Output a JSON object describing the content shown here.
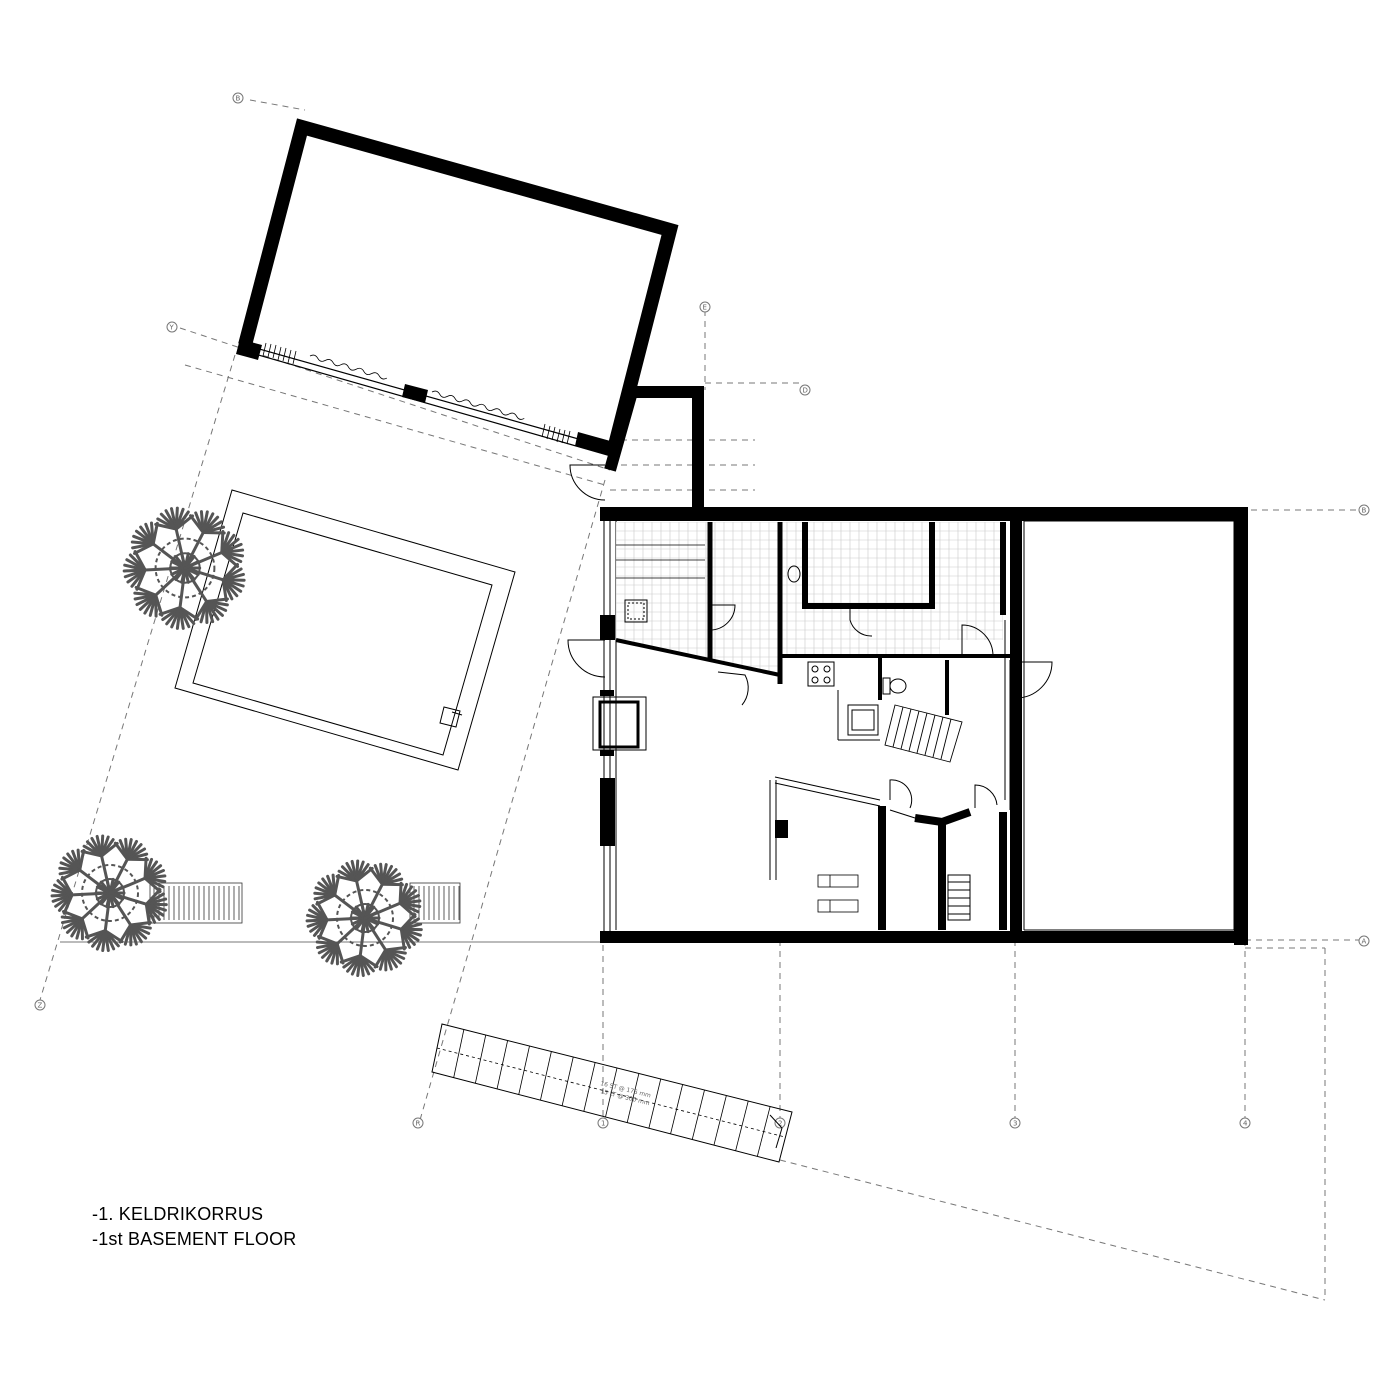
{
  "plan": {
    "title_et": "-1. KELDRIKORRUS",
    "title_en": "-1st BASEMENT FLOOR",
    "stair_dimension": "16 ST @ 175 mm",
    "stair_dimension_2": "15 LT @ 300 mm"
  },
  "grid_labels": {
    "left_top": "B",
    "left_mid": "Y",
    "left_bottom": "Z",
    "bottom_r": "R",
    "bottom_1": "1",
    "bottom_2": "2",
    "bottom_3": "3",
    "bottom_4": "4",
    "right_b": "B",
    "right_a": "A",
    "top_e": "E",
    "mid_d": "D"
  },
  "colors": {
    "wall": "#000000",
    "grid": "#777777",
    "tree": "#555555",
    "tile": "#c9c9c9"
  }
}
